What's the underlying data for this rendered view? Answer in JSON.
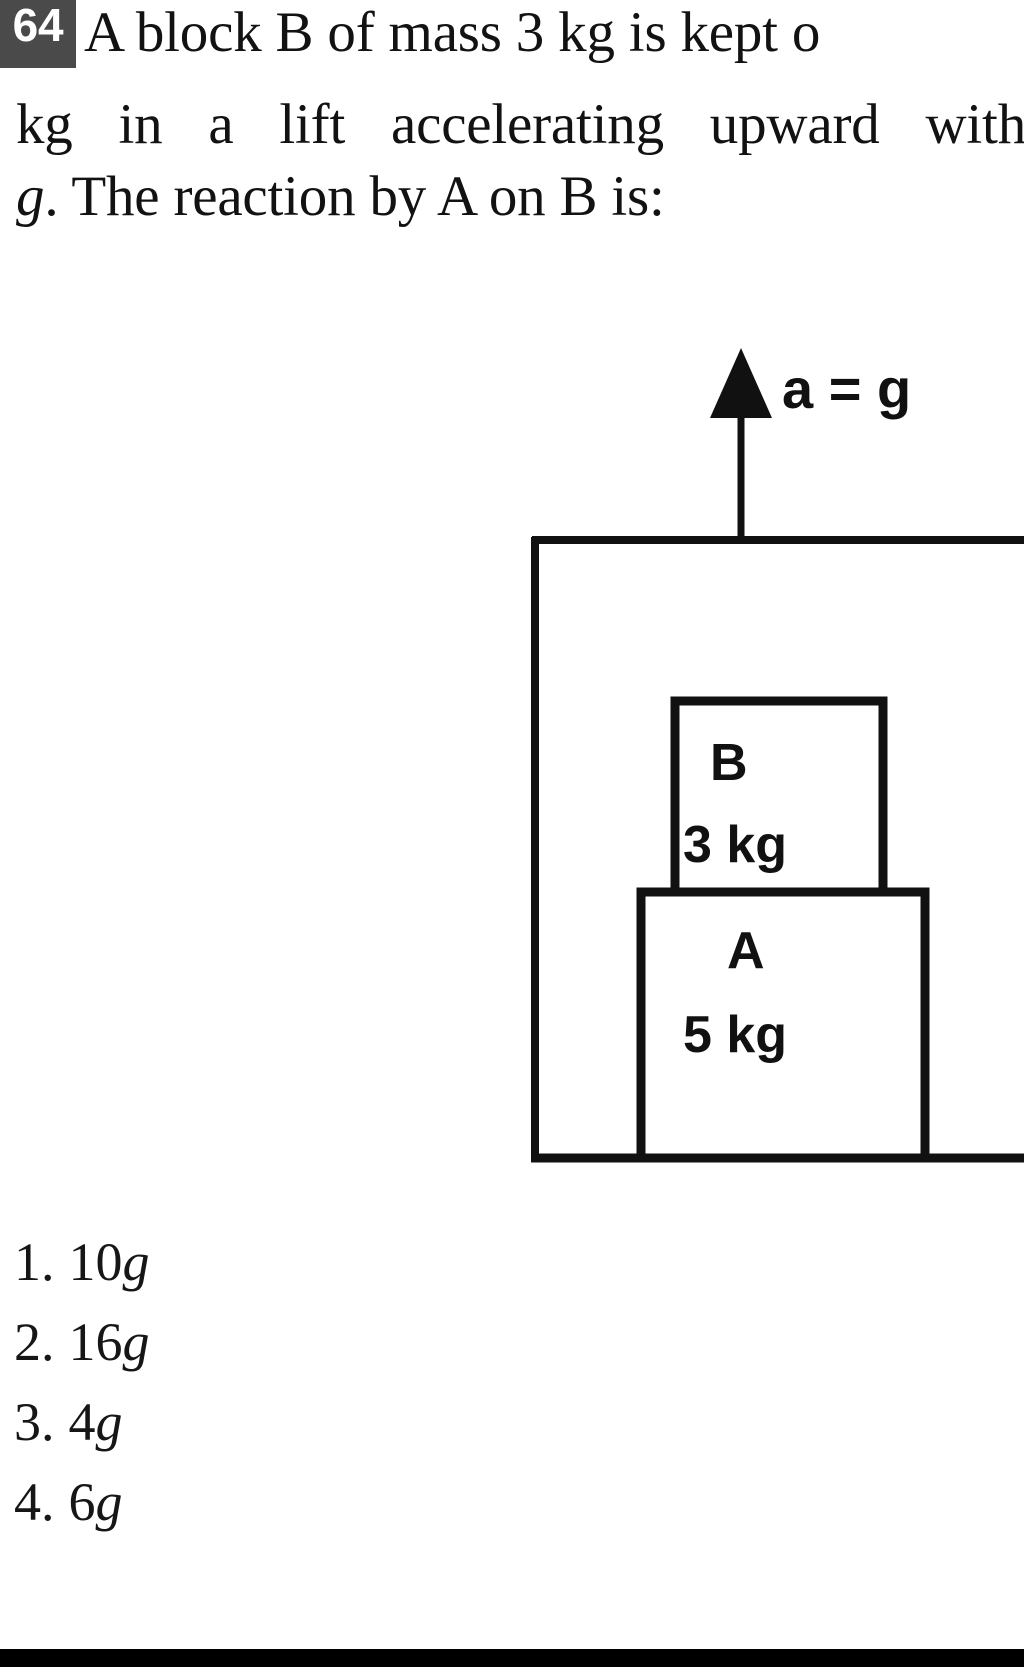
{
  "question": {
    "number": "64",
    "line1": "A block B of mass 3 kg is kept o",
    "line2": "kg in a lift accelerating upward with",
    "line3_pre": "g",
    "line3_post": ". The reaction by A on B is:",
    "full_text": "64 A block B of mass 3 kg is kept o... kg in a lift accelerating upward with... g. The reaction by A on B is:"
  },
  "diagram": {
    "acceleration_label": "a = g",
    "block_top": {
      "name": "B",
      "mass": "3 kg"
    },
    "block_bottom": {
      "name": "A",
      "mass": "5 kg"
    },
    "lift_label": "lift-enclosure",
    "stroke_color": "#111111"
  },
  "options": [
    {
      "number": "1.",
      "value": "10",
      "unit": "g"
    },
    {
      "number": "2.",
      "value": "16",
      "unit": "g"
    },
    {
      "number": "3.",
      "value": "4",
      "unit": "g"
    },
    {
      "number": "4.",
      "value": "6",
      "unit": "g"
    }
  ],
  "colors": {
    "badge_background": "#4a4a4a",
    "badge_text": "#ffffff",
    "page_background": "#ffffff",
    "text": "#121212",
    "bottom_bar": "#000000"
  }
}
